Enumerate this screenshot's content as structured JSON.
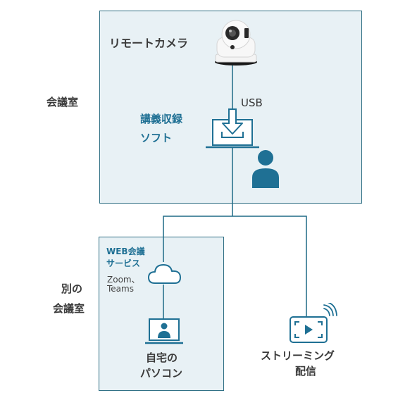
{
  "meeting_room": {
    "label": "会議室",
    "camera_label": "リモートカメラ",
    "usb_label": "USB",
    "software_line1": "講義収録",
    "software_line2": "ソフト"
  },
  "other_room": {
    "label_line1": "別の",
    "label_line2": "会議室",
    "web_service_line1": "WEB会議",
    "web_service_line2": "サービス",
    "services_line1": "Zoom、",
    "services_line2": "Teams",
    "pc_line1": "自宅の",
    "pc_line2": "パソコン"
  },
  "streaming": {
    "line1": "ストリーミング",
    "line2": "配信"
  },
  "colors": {
    "accent": "#1f7094",
    "box_fill": "#e8f1f5",
    "box_border": "#2f6f84"
  },
  "icons": [
    "camera-icon",
    "download-laptop-icon",
    "person-icon",
    "cloud-icon",
    "pc-user-icon",
    "streaming-screen-icon",
    "wireless-signal-icon"
  ]
}
